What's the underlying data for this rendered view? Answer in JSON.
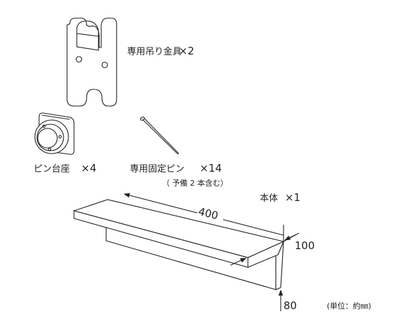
{
  "parts": {
    "bracket": {
      "name": "専用吊り金具",
      "qty": "×2"
    },
    "pin_base": {
      "name": "ピン台座",
      "qty": "×4"
    },
    "pin": {
      "name": "専用固定ピン",
      "qty": "×14",
      "note": "（ 予備 2 本含む）"
    },
    "body": {
      "name": "本体",
      "qty": "×1"
    }
  },
  "dimensions": {
    "length": "400",
    "depth": "100",
    "height": "80"
  },
  "unit_note": "(単位：約㎜)"
}
